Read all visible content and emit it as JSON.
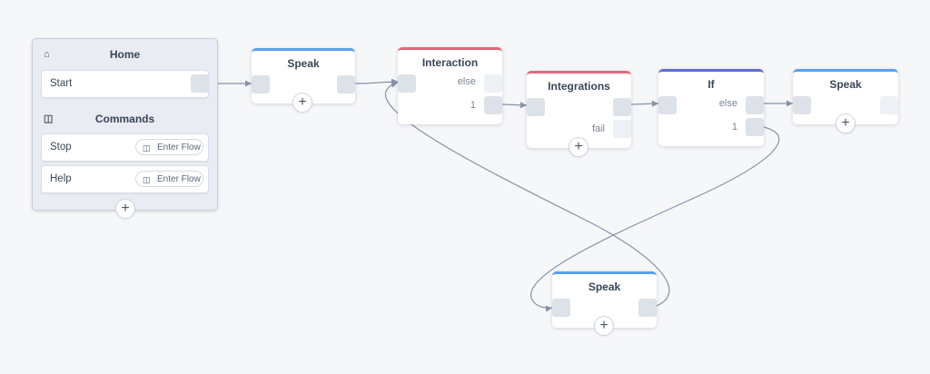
{
  "home": {
    "title": "Home",
    "home_icon": "home-icon",
    "start_label": "Start",
    "commands_title": "Commands",
    "commands_icon": "commands-icon",
    "commands": [
      {
        "label": "Stop",
        "action": "Enter Flow"
      },
      {
        "label": "Help",
        "action": "Enter Flow"
      }
    ],
    "add_symbol": "+"
  },
  "blocks": {
    "speak1": {
      "title": "Speak",
      "add": "+"
    },
    "interaction": {
      "title": "Interaction",
      "else": "else",
      "one": "1"
    },
    "integrations": {
      "title": "Integrations",
      "fail": "fail",
      "add": "+"
    },
    "if": {
      "title": "If",
      "else": "else",
      "one": "1"
    },
    "speak2": {
      "title": "Speak",
      "add": "+"
    },
    "speak3": {
      "title": "Speak",
      "add": "+"
    }
  },
  "colors": {
    "speak": "#5aa0ee",
    "interaction": "#e0697a",
    "integrations": "#e0697a",
    "if": "#5b6ddb",
    "link": "#8693a6"
  }
}
